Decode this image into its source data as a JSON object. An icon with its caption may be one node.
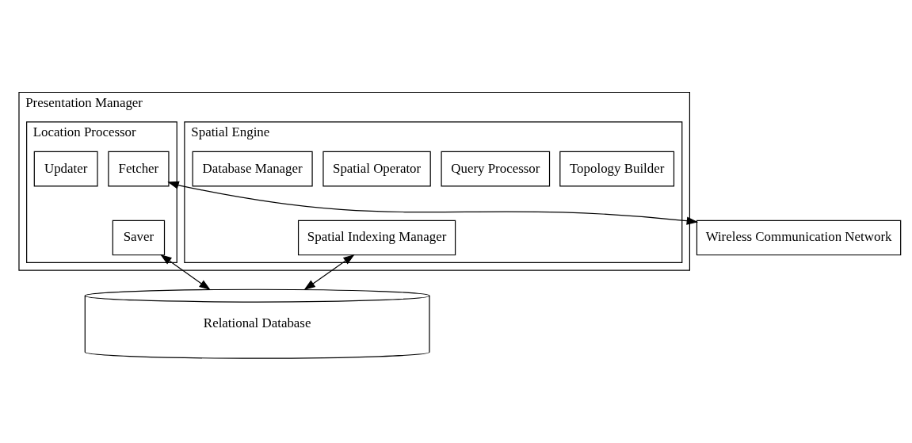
{
  "diagram": {
    "nodes": [
      {
        "text": [
          "Presentation Manager"
        ]
      },
      {
        "text": [
          "Spatial Engine"
        ],
        "in": 0
      },
      {
        "text": [
          "Database Manager"
        ],
        "in": 1
      },
      {
        "text": [
          "Spatial Operator"
        ],
        "in": 1
      },
      {
        "text": [
          "Query Processor"
        ],
        "in": 1
      },
      {
        "text": [
          "Topology Builder"
        ],
        "in": 1
      },
      {
        "text": [
          "Spatial Indexing Manager"
        ],
        "in": 1
      },
      {
        "text": [
          "Location Processor"
        ],
        "in": 0
      },
      {
        "text": [
          "Updater"
        ],
        "in": 7
      },
      {
        "text": [
          "Saver"
        ],
        "in": 7
      },
      {
        "text": [
          "Fetcher"
        ],
        "in": 7
      },
      {
        "text": [
          "Wireless Communication Network"
        ]
      },
      {
        "text": [
          "Relational Database"
        ]
      }
    ],
    "edges": [
      {
        "from": 6,
        "to": 12,
        "arrow": "both"
      },
      {
        "from": 9,
        "to": 12,
        "arrow": "both"
      },
      {
        "from": 10,
        "to": 11,
        "arrow": "both"
      }
    ]
  }
}
